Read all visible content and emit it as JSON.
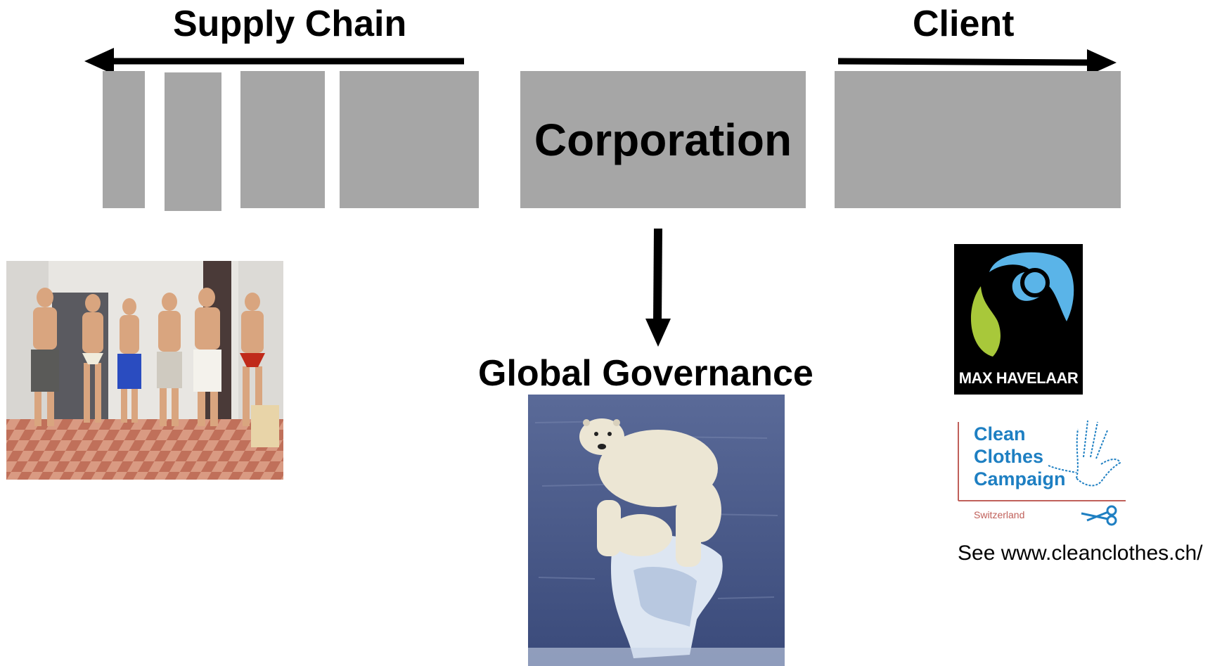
{
  "headings": {
    "supply_chain": "Supply Chain",
    "client": "Client",
    "corporation": "Corporation",
    "global_governance": "Global Governance"
  },
  "logos": {
    "fairtrade_text": "MAX HAVELAAR",
    "clean_clothes_line1": "Clean",
    "clean_clothes_line2": "Clothes",
    "clean_clothes_line3": "Campaign",
    "clean_clothes_country": "Switzerland"
  },
  "note": "See www.cleanclothes.ch/",
  "colors": {
    "box_gray": "#a6a6a6",
    "arrow": "#000000",
    "fairtrade_blue": "#5ab4e8",
    "fairtrade_green": "#a8c83a",
    "cleanclothes_blue": "#1e7fc2",
    "cleanclothes_red": "#c0605a"
  },
  "images": {
    "workers_photo": "photo-of-six-men-in-underwear",
    "polar_bear_photo": "polar-bear-on-melting-ice"
  }
}
